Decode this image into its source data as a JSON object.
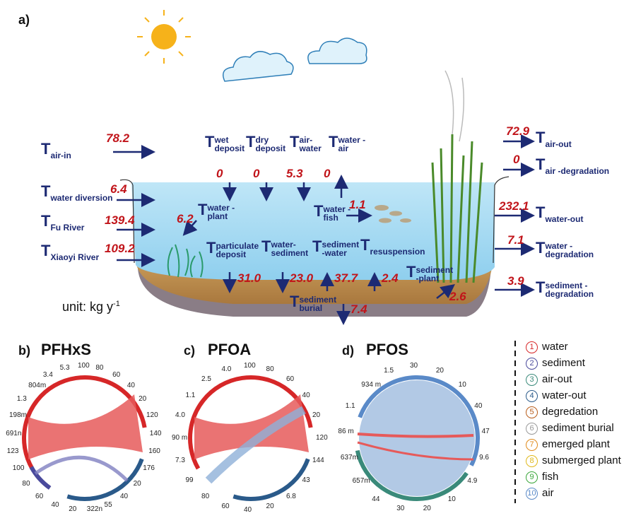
{
  "panel_a": {
    "tag": "a)",
    "unit": "unit: kg y",
    "unit_sup": "-1",
    "labels": {
      "air_in": "air-in",
      "water_diversion": "water diversion",
      "fu_river": "Fu River",
      "xiaoyi_river": "Xiaoyi River",
      "wet_deposit": "wet deposit",
      "dry_deposit": "dry deposit",
      "air_water": "air- water",
      "water_air": "water -air",
      "water_plant": "water -plant",
      "water_fish": "water -fish",
      "particulate_deposit": "particulate deposit",
      "water_sediment": "water- sediment",
      "sediment_water": "sediment -water",
      "resuspension": "resuspension",
      "sediment_plant": "sediment -plant",
      "sediment_burial": "sediment burial",
      "air_out": "air-out",
      "air_degradation": "air -degradation",
      "water_out": "water-out",
      "water_degradation": "water -degradation",
      "sediment_degradation": "sediment -degradation"
    },
    "values": {
      "air_in": "78.2",
      "water_diversion": "6.4",
      "fu_river": "139.4",
      "xiaoyi_river": "109.2",
      "wet_deposit": "0",
      "dry_deposit": "0",
      "air_water": "5.3",
      "water_air": "0",
      "water_plant": "6.2",
      "water_fish": "1.1",
      "particulate_deposit": "31.0",
      "water_sediment": "23.0",
      "sediment_water": "37.7",
      "resuspension": "2.4",
      "sediment_plant": "2.6",
      "sediment_burial": "7.4",
      "air_out": "72.9",
      "air_degradation": "0",
      "water_out": "232.1",
      "water_degradation": "7.1",
      "sediment_degradation": "3.9"
    }
  },
  "panels_bcd": [
    {
      "tag": "b)",
      "title": "PFHxS",
      "ticks": [
        "100",
        "80",
        "60",
        "40",
        "20",
        "120",
        "140",
        "160",
        "176",
        "20",
        "40",
        "55",
        "322n",
        "20",
        "40",
        "60",
        "80",
        "100",
        "123",
        "691n",
        "198m",
        "1.3",
        "804m",
        "3.4",
        "5.3"
      ]
    },
    {
      "tag": "c)",
      "title": "PFOA",
      "ticks": [
        "100",
        "80",
        "60",
        "40",
        "20",
        "120",
        "144",
        "43",
        "6.8",
        "20",
        "40",
        "60",
        "80",
        "99",
        "7.3",
        "90 m",
        "4.0",
        "1.1",
        "2.5",
        "4.0"
      ]
    },
    {
      "tag": "d)",
      "title": "PFOS",
      "ticks": [
        "30",
        "20",
        "10",
        "40",
        "47",
        "9.6",
        "4.9",
        "10",
        "20",
        "30",
        "44",
        "657m",
        "637m",
        "86 m",
        "1.1",
        "934 m",
        "1.5"
      ]
    }
  ],
  "legend": [
    {
      "num": "1",
      "label": "water",
      "color": "#d62728"
    },
    {
      "num": "2",
      "label": "sediment",
      "color": "#4a4a9c"
    },
    {
      "num": "3",
      "label": "air-out",
      "color": "#3a8a7a"
    },
    {
      "num": "4",
      "label": "water-out",
      "color": "#2a5a8a"
    },
    {
      "num": "5",
      "label": "degredation",
      "color": "#b85c1a"
    },
    {
      "num": "6",
      "label": "sediment burial",
      "color": "#999999"
    },
    {
      "num": "7",
      "label": "emerged plant",
      "color": "#e08a1a"
    },
    {
      "num": "8",
      "label": "submerged plant",
      "color": "#e0b81a"
    },
    {
      "num": "9",
      "label": "fish",
      "color": "#3aa63a"
    },
    {
      "num": "10",
      "label": "air",
      "color": "#5a8ac8"
    }
  ]
}
